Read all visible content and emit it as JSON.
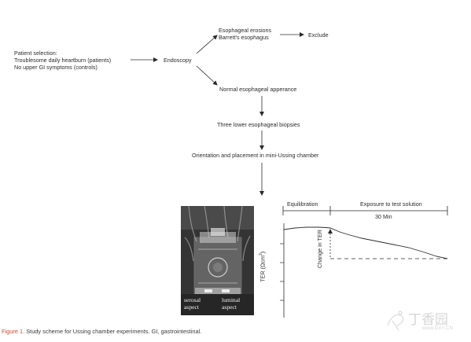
{
  "flowchart": {
    "patient_selection": [
      "Patient selection:",
      "Troublesome daily heartburn (patients)",
      "No upper GI symptoms (controls)"
    ],
    "endoscopy": "Endoscopy",
    "erosions": [
      "Esophageal erosions",
      "Barrett's esophagus"
    ],
    "exclude": "Exclude",
    "normal": "Normal esophageal apperance",
    "biopsies": "Three lower esophageal biopsies",
    "orientation": "Orientation and placement in mini-Ussing chamber"
  },
  "photo": {
    "serosal": [
      "serosal",
      "aspect"
    ],
    "luminal": [
      "luminal",
      "aspect"
    ]
  },
  "chart": {
    "equilibration": "Equilibration",
    "exposure": "Exposure to test solution",
    "duration": "30 Min",
    "ylabel_main": "TER (Ωcm",
    "ylabel_sup": "2",
    "ylabel_end": ")",
    "change_label": "Change in TER"
  },
  "chart_data": {
    "type": "line",
    "title": "",
    "xlabel": "",
    "ylabel": "TER (Ωcm²)",
    "phases": [
      {
        "name": "Equilibration"
      },
      {
        "name": "Exposure to test solution",
        "duration": "30 Min"
      }
    ],
    "series": [
      {
        "x": [
          0,
          0.08,
          0.2,
          0.3,
          0.4,
          0.5,
          0.6,
          0.7,
          0.8,
          0.9,
          1.0
        ],
        "y": [
          0.97,
          0.985,
          1.0,
          0.99,
          0.93,
          0.86,
          0.82,
          0.77,
          0.72,
          0.62,
          0.57
        ]
      }
    ],
    "grid": false
  },
  "caption": {
    "figure_number": "Figure 1.",
    "text": " Study scheme for Ussing chamber experiments. GI, gastrointestinal."
  },
  "watermark": {
    "text": "丁香园",
    "url": "www.DXY.CN"
  }
}
